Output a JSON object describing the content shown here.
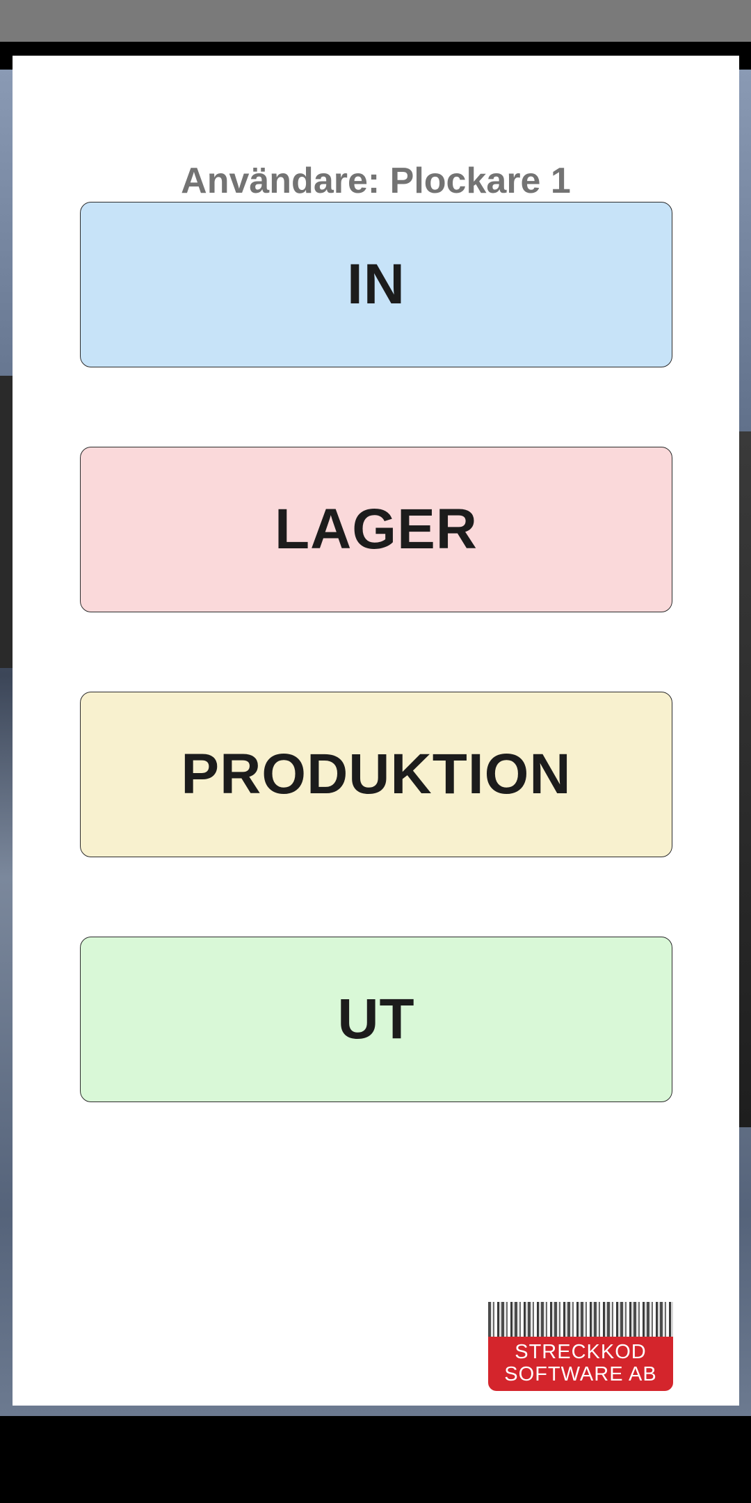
{
  "header": {
    "user_label": "Användare: Plockare 1"
  },
  "menu": {
    "in_label": "IN",
    "lager_label": "LAGER",
    "produktion_label": "PRODUKTION",
    "ut_label": "UT"
  },
  "logo": {
    "line1": "STRECKKOD",
    "line2": "SOFTWARE AB"
  },
  "colors": {
    "in": "#c7e3f8",
    "lager": "#fad9da",
    "produktion": "#f8f1cf",
    "ut": "#d9f8d7",
    "logo_red": "#d4252c"
  }
}
